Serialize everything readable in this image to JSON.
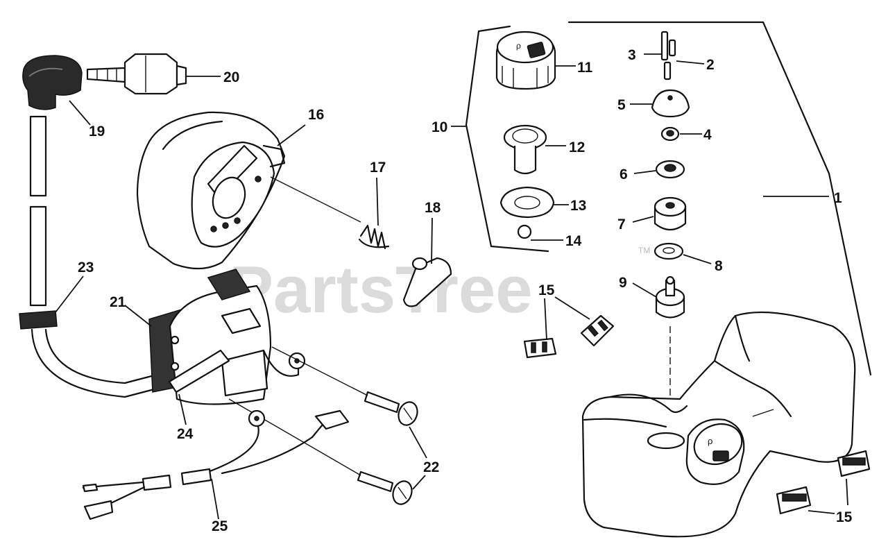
{
  "watermark": {
    "text": "PartsTree",
    "trademark": "TM"
  },
  "callouts": {
    "c1": "1",
    "c2": "2",
    "c3": "3",
    "c4": "4",
    "c5": "5",
    "c6": "6",
    "c7": "7",
    "c8": "8",
    "c9": "9",
    "c10": "10",
    "c11": "11",
    "c12": "12",
    "c13": "13",
    "c14": "14",
    "c15a": "15",
    "c15b": "15",
    "c16": "16",
    "c17": "17",
    "c18": "18",
    "c19": "19",
    "c20": "20",
    "c21": "21",
    "c22": "22",
    "c23": "23",
    "c24": "24",
    "c25": "25"
  }
}
